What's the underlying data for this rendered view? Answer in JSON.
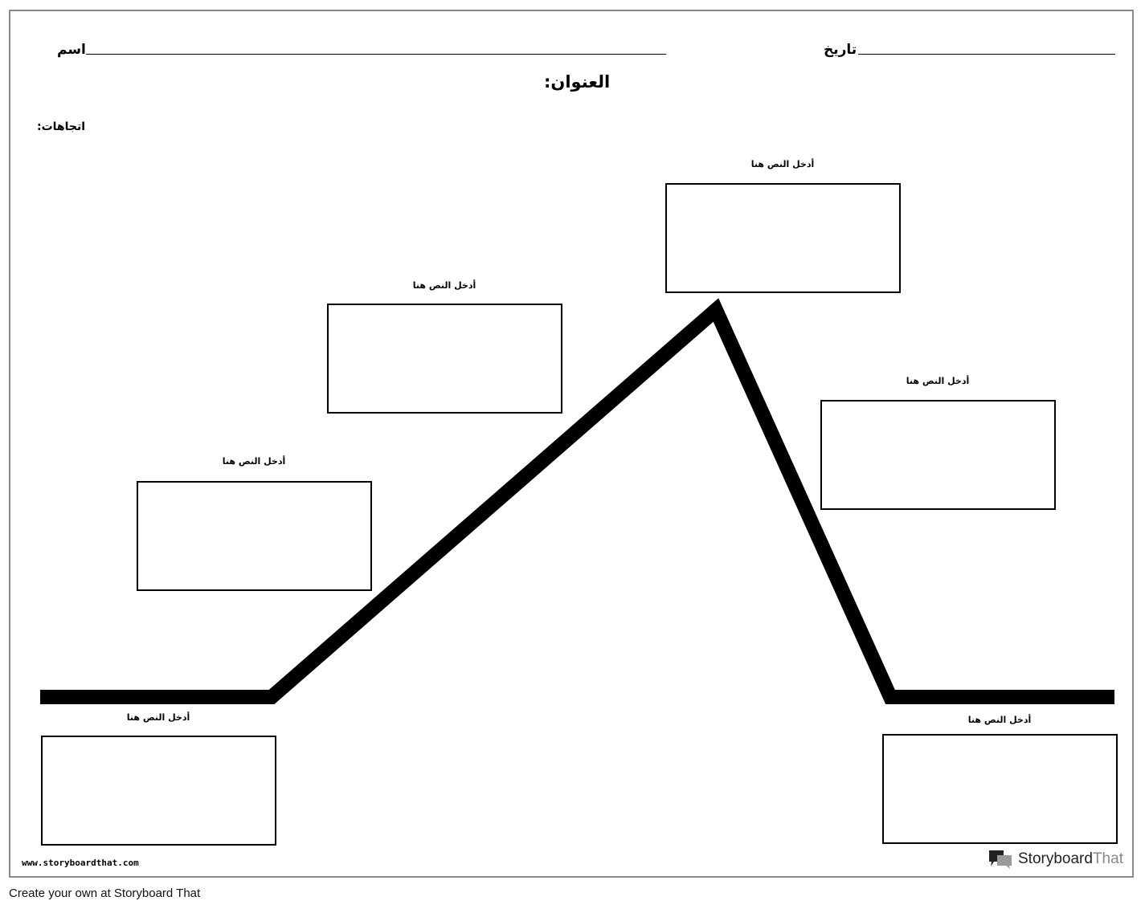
{
  "header": {
    "name_label": "اسم",
    "date_label": "تاريخ"
  },
  "title_label": ":العنوان",
  "directions_label": ":اتجاهات",
  "boxes": [
    {
      "label": "أدخل النص هنا"
    },
    {
      "label": "أدخل النص هنا"
    },
    {
      "label": "أدخل النص هنا"
    },
    {
      "label": "أدخل النص هنا"
    },
    {
      "label": "أدخل النص هنا"
    },
    {
      "label": "أدخل النص هنا"
    }
  ],
  "website": "www.storyboardthat.com",
  "brand": {
    "bold": "Storyboard",
    "light": "That"
  },
  "footer_text": "Create your own at Storyboard That"
}
